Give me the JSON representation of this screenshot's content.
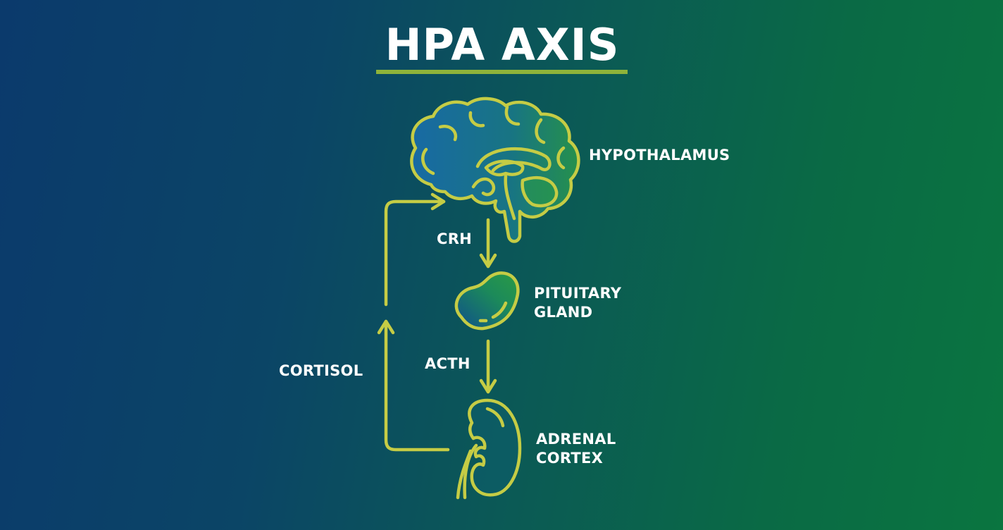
{
  "title": "HPA AXIS",
  "colors": {
    "background_left": "#0b3a6c",
    "background_right": "#0a7540",
    "accent": "#c5cc45",
    "underline": "#8fb33a",
    "text": "#ffffff"
  },
  "nodes": [
    {
      "id": "hypothalamus",
      "label": "HYPOTHALAMUS",
      "icon": "brain-icon"
    },
    {
      "id": "pituitary",
      "label_line1": "PITUITARY",
      "label_line2": "GLAND",
      "icon": "pituitary-gland-icon"
    },
    {
      "id": "adrenal",
      "label_line1": "ADRENAL",
      "label_line2": "CORTEX",
      "icon": "adrenal-kidney-icon"
    }
  ],
  "edges": [
    {
      "from": "hypothalamus",
      "to": "pituitary",
      "label": "CRH"
    },
    {
      "from": "pituitary",
      "to": "adrenal",
      "label": "ACTH"
    },
    {
      "from": "adrenal",
      "to": "hypothalamus",
      "label": "CORTISOL",
      "type": "feedback"
    }
  ]
}
